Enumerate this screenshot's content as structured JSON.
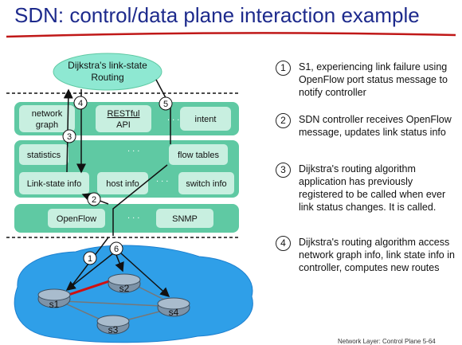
{
  "title": "SDN: control/data plane interaction example",
  "diagram": {
    "app_routing": "Dijkstra's link-state Routing",
    "apps": {
      "network_graph": "network graph",
      "restful_api": "RESTful API",
      "intent": "intent"
    },
    "controller": {
      "statistics": "statistics",
      "flow_tables": "flow tables",
      "link_state_info": "Link-state info",
      "host_info": "host info",
      "switch_info": "switch info"
    },
    "southbound": {
      "openflow": "OpenFlow",
      "snmp": "SNMP"
    },
    "ellipsis": ". . .",
    "switches": [
      "s1",
      "s2",
      "s3",
      "s4"
    ],
    "step_labels": [
      "1",
      "2",
      "3",
      "4",
      "5",
      "6"
    ]
  },
  "steps": [
    {
      "num": "1",
      "text": "S1, experiencing link failure using OpenFlow port status message to notify controller"
    },
    {
      "num": "2",
      "text": "SDN controller receives OpenFlow message, updates link status info"
    },
    {
      "num": "3",
      "text": "Dijkstra's routing algorithm application has previously registered to be called when ever link status changes. It is called."
    },
    {
      "num": "4",
      "text": "Dijkstra's routing algorithm access network graph info, link state info in controller, computes new routes"
    }
  ],
  "footer": "Network Layer: Control Plane 5-64",
  "colors": {
    "title": "#1d2a8c",
    "title_underline": "#c01818",
    "layer_bg": "#5fc9a3",
    "box_bg": "#c8efe0",
    "routing_oval": "#8ee8d2",
    "cloud": "#2f9fe8",
    "failed_link": "#d01010"
  }
}
